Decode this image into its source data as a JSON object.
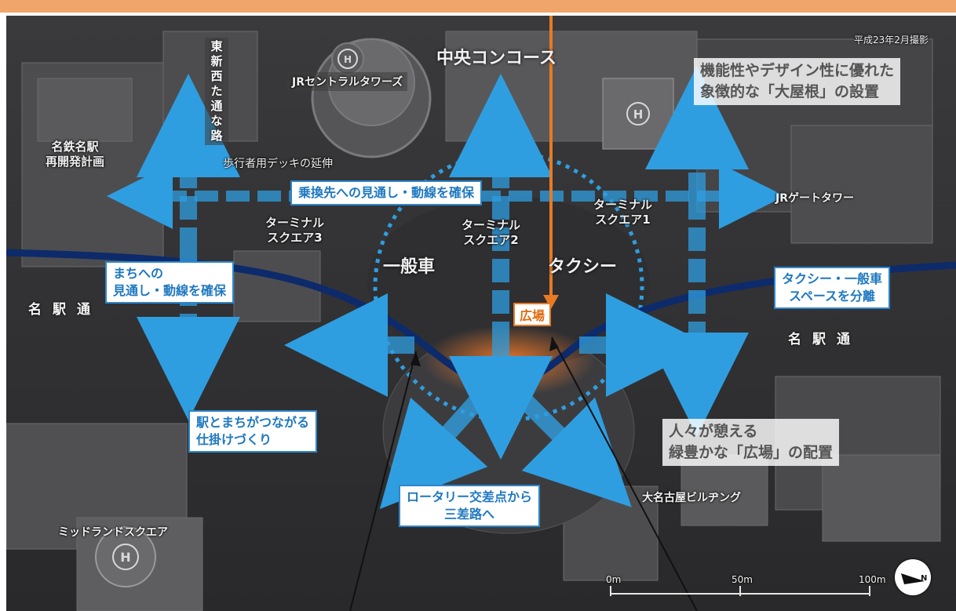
{
  "photo_caption": "平成23年2月撮影",
  "labels": {
    "jr_central_towers": "JRセントラルタワーズ",
    "central_concourse": "中央コンコース",
    "meitetsu": "名鉄名駅\n再開発計画",
    "pedestrian_deck": "歩行者用デッキの延伸",
    "jr_gate_tower": "JRゲートタワー",
    "terminal_square_1": "ターミナル\nスクエア1",
    "terminal_square_2": "ターミナル\nスクエア2",
    "terminal_square_3": "ターミナル\nスクエア3",
    "general_car": "一般車",
    "taxi": "タクシー",
    "meieki_dori_left": "名駅通",
    "meieki_dori_right": "名駅通",
    "dai_nagoya": "大名古屋ビルヂング",
    "midland": "ミッドランドスクエア",
    "higashi_shinsai": "東新西た通な路"
  },
  "callouts": {
    "transfer": "乗換先への見通し・動線を確保",
    "town_view": "まちへの\n見通し・動線を確保",
    "taxi_separate": "タクシー・一般車\nスペースを分離",
    "station_town": "駅とまちがつながる\n仕掛けづくり",
    "rotary": "ロータリー交差点から\n三差路へ",
    "roof": "機能性やデザイン性に優れた\n象徴的な「大屋根」の設置",
    "plaza": "人々が憩える\n緑豊かな「広場」の配置",
    "hiroba": "広場"
  },
  "scale_bar": {
    "ticks": [
      "0m",
      "50m",
      "100m"
    ]
  },
  "colors": {
    "arrow_blue": "#2f9ee0",
    "road_line": "#0d2a6b",
    "accent_orange": "#e87a24",
    "top_bar": "#f0a56a"
  },
  "icons": {
    "north": "north-arrow-icon"
  }
}
